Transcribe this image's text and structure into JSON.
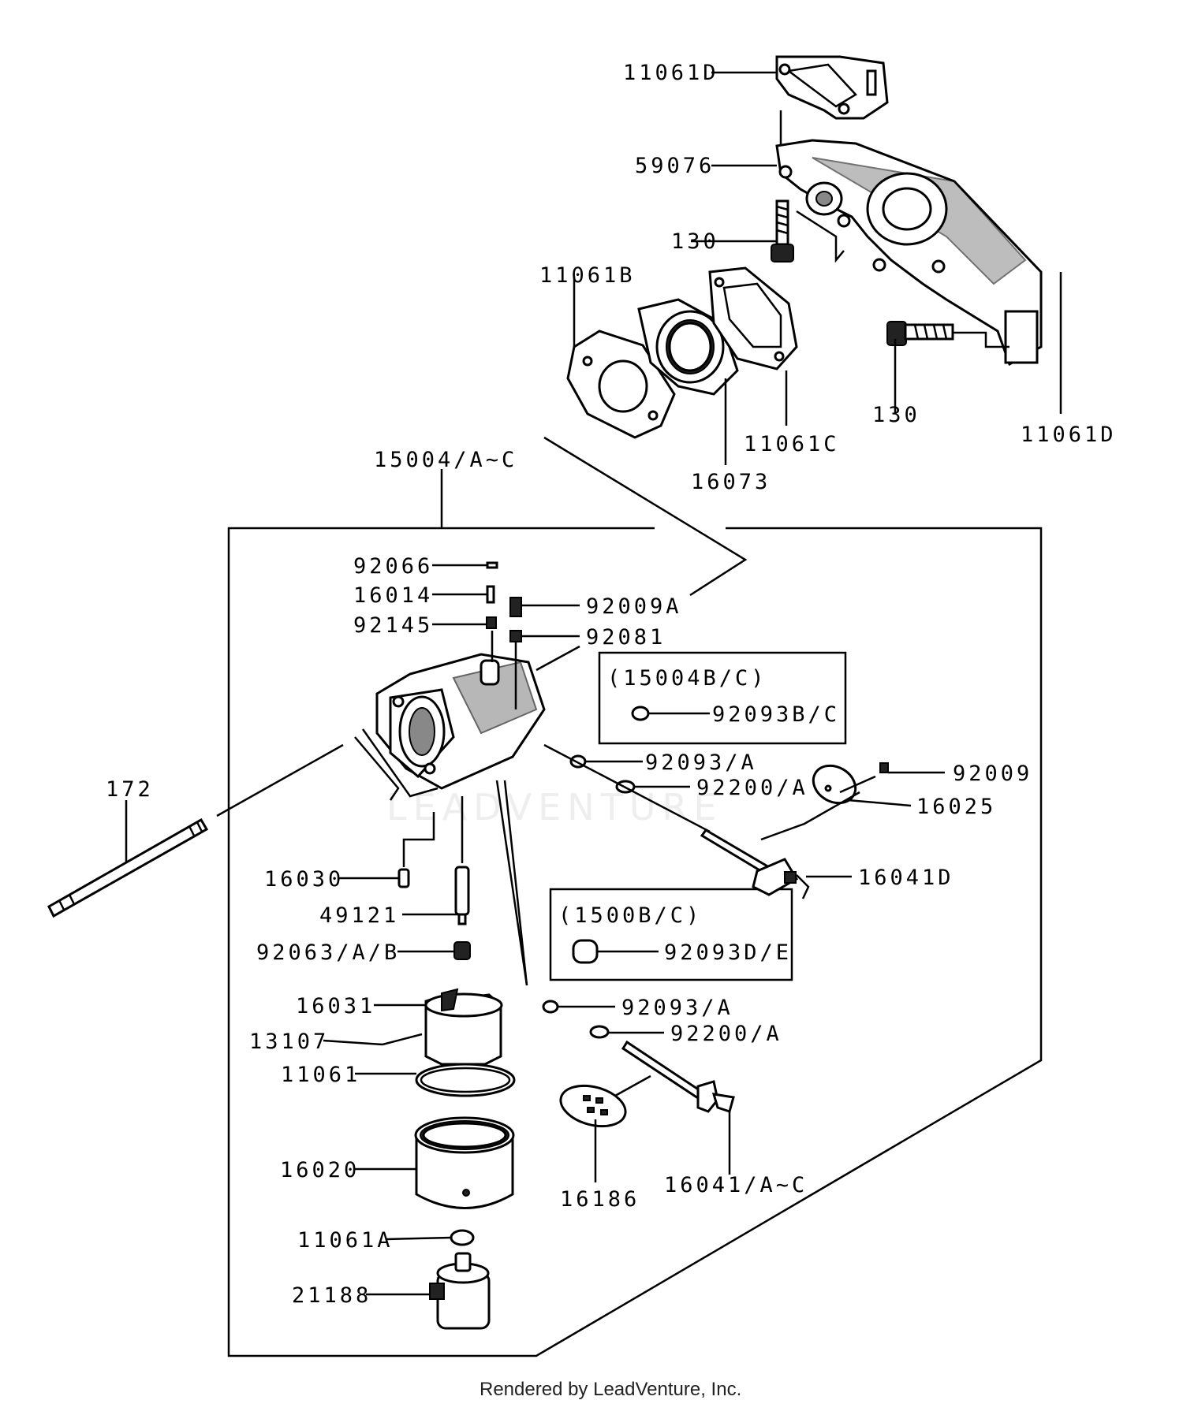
{
  "watermark": "LEADVENTURE",
  "credit": "Rendered by LeadVenture, Inc.",
  "labels": {
    "p11061D_top": "11061D",
    "p59076": "59076",
    "p130_left": "130",
    "p11061B": "11061B",
    "p130_right": "130",
    "p11061D_right": "11061D",
    "p11061C": "11061C",
    "p16073": "16073",
    "p15004AC": "15004/A~C",
    "p92066": "92066",
    "p16014": "16014",
    "p92009A": "92009A",
    "p92145": "92145",
    "p92081": "92081",
    "box1_title": "(15004B/C)",
    "p92093BC": "92093B/C",
    "p92093A_1": "92093/A",
    "p92200A_1": "92200/A",
    "p92009": "92009",
    "p16025": "16025",
    "p172": "172",
    "p16030": "16030",
    "p16041D": "16041D",
    "p49121": "49121",
    "box2_title": "(1500B/C)",
    "p92093DE": "92093D/E",
    "p92063AB": "92063/A/B",
    "p16031": "16031",
    "p92093A_2": "92093/A",
    "p13107": "13107",
    "p92200A_2": "92200/A",
    "p11061": "11061",
    "p16020": "16020",
    "p16186": "16186",
    "p16041AC": "16041/A~C",
    "p11061A": "11061A",
    "p21188": "21188"
  }
}
